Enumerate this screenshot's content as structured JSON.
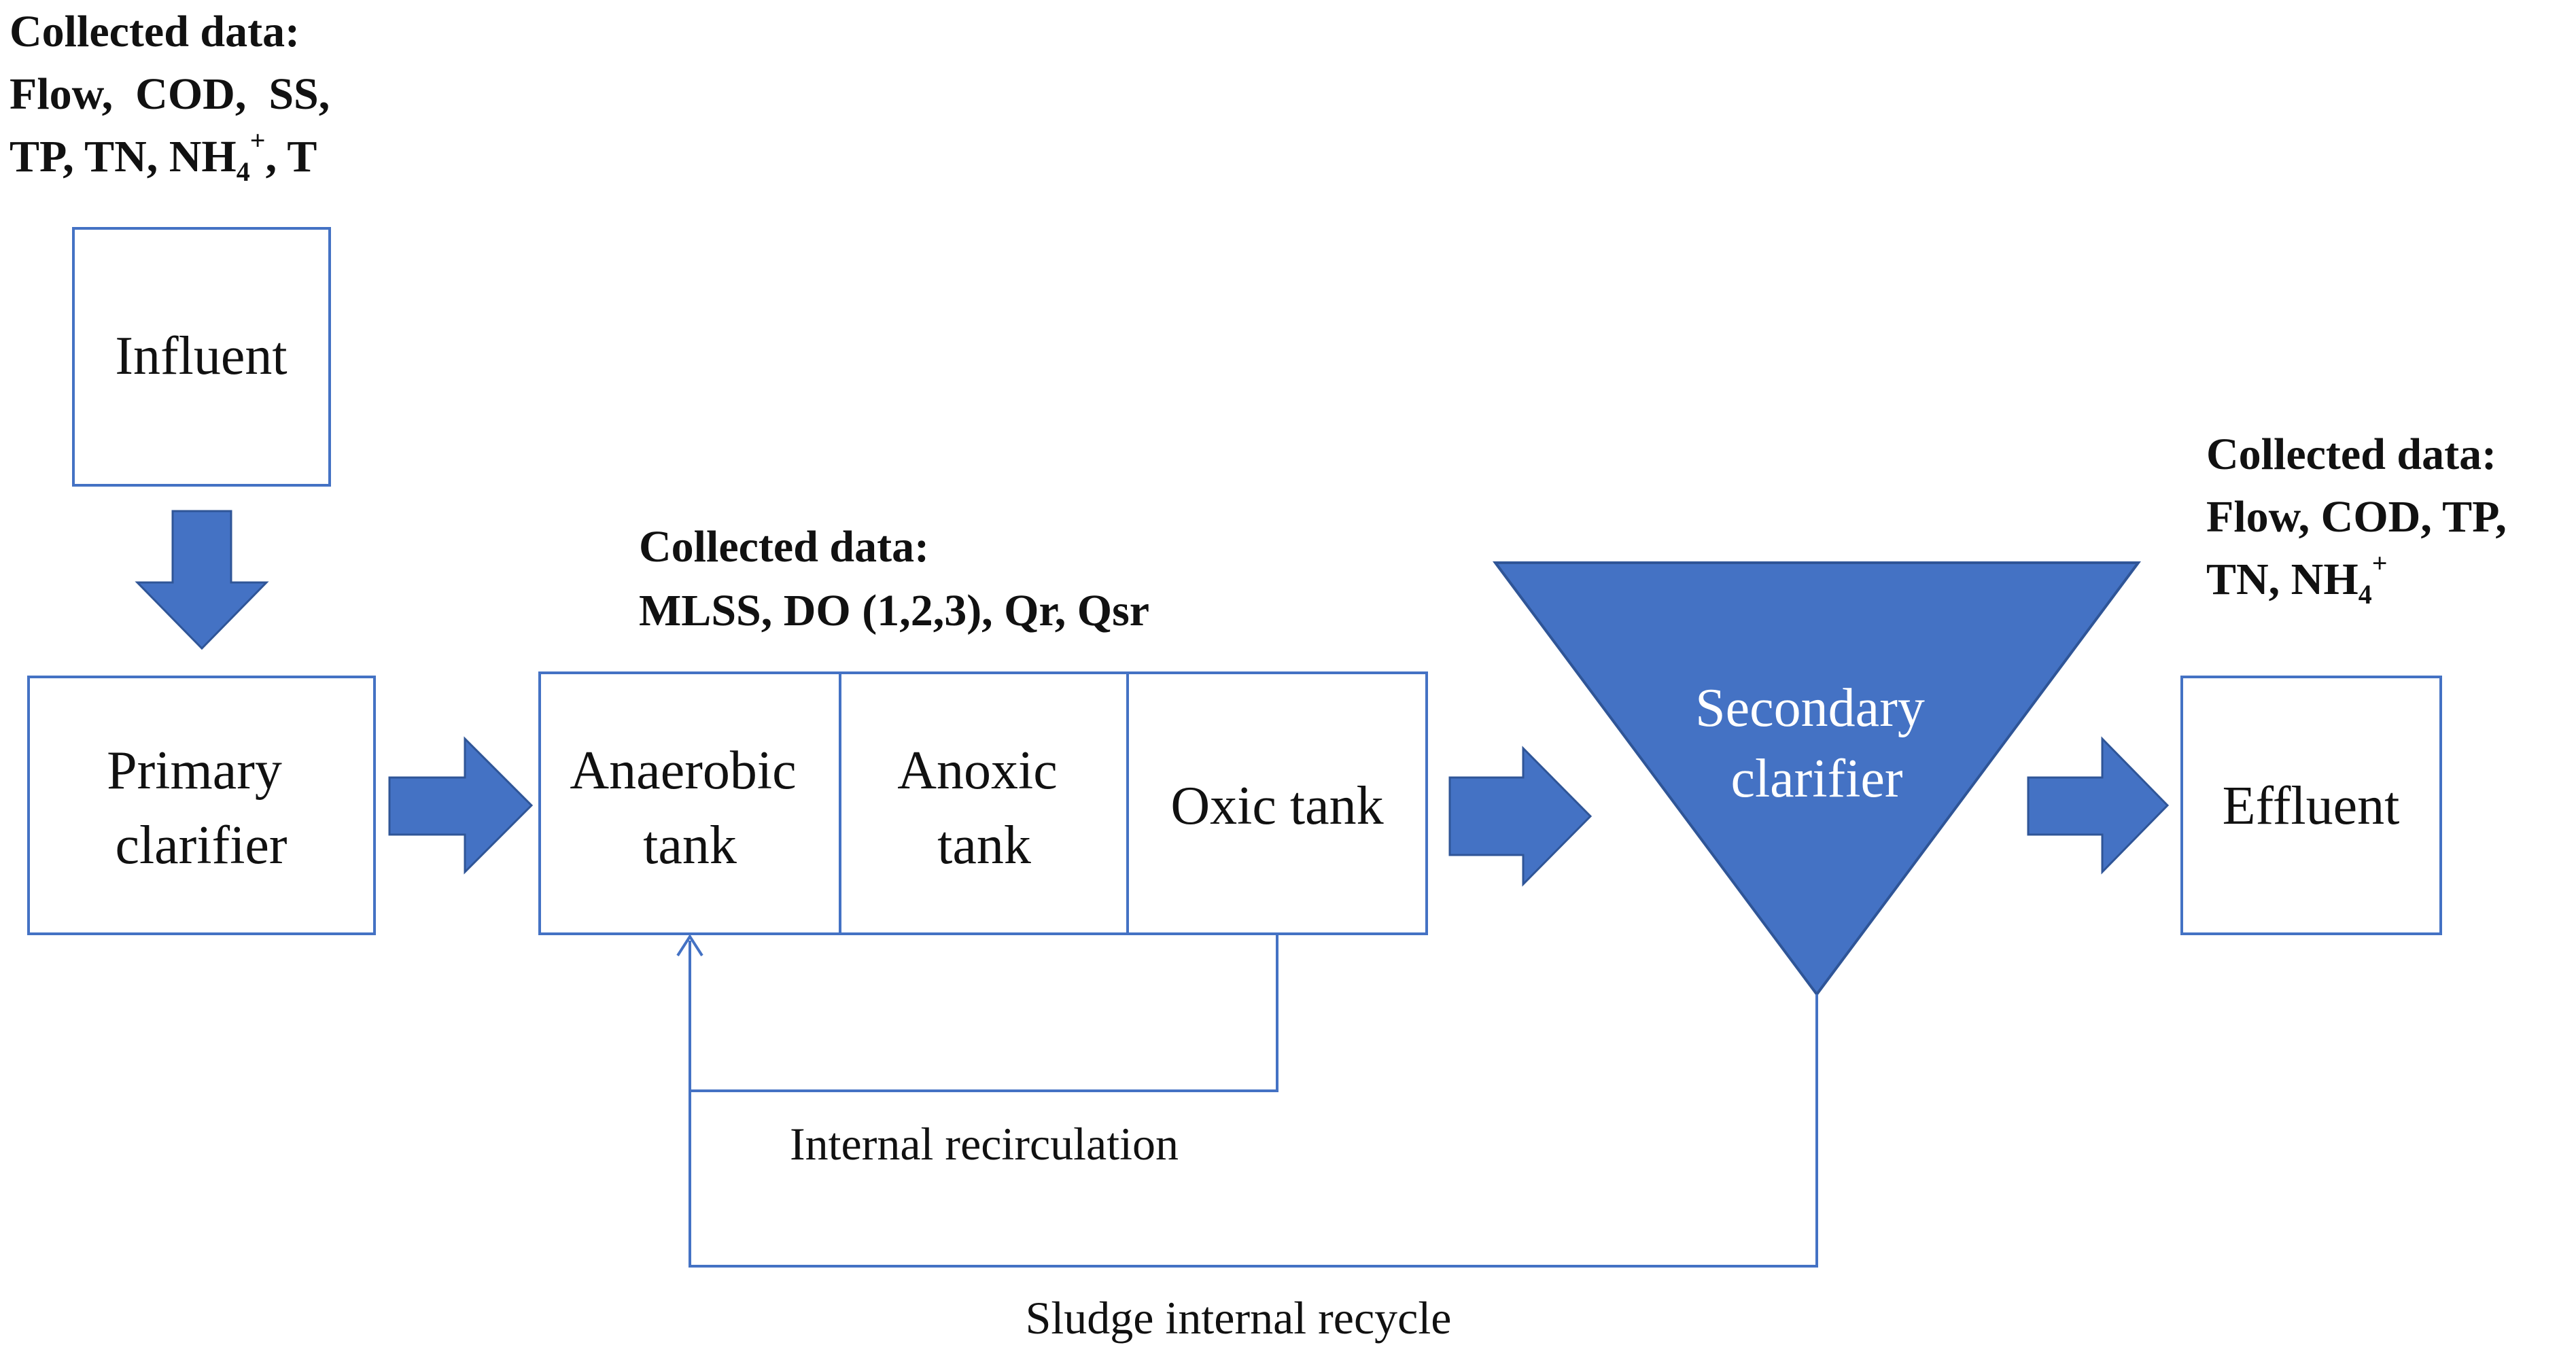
{
  "colors": {
    "accent": "#4472C4",
    "accent_stroke": "#2F5597",
    "text": "#111111",
    "label_on_accent": "#FFFFFF",
    "background": "#FFFFFF"
  },
  "influent_data": {
    "heading": "Collected data:",
    "line1": "Flow,  COD,  SS,",
    "line2_prefix": "TP, TN, NH",
    "line2_sub": "4",
    "line2_sup": "+",
    "line2_suffix": ", T"
  },
  "tank_data": {
    "heading": "Collected data:",
    "line1": "MLSS, DO (1,2,3), Qr, Qsr"
  },
  "effluent_data": {
    "heading": "Collected data:",
    "line1": "Flow, COD, TP,",
    "line2_prefix": "TN, NH",
    "line2_sub": "4",
    "line2_sup": "+"
  },
  "boxes": {
    "influent": "Influent",
    "primary_clarifier": [
      "Primary",
      "clarifier"
    ],
    "anaerobic_tank": [
      "Anaerobic",
      "tank"
    ],
    "anoxic_tank": [
      "Anoxic",
      "tank"
    ],
    "oxic_tank": "Oxic tank",
    "secondary_clarifier": [
      "Secondary",
      "clarifier"
    ],
    "effluent": "Effluent"
  },
  "labels": {
    "internal_recirculation": "Internal recirculation",
    "sludge_internal_recycle": "Sludge internal recycle"
  }
}
